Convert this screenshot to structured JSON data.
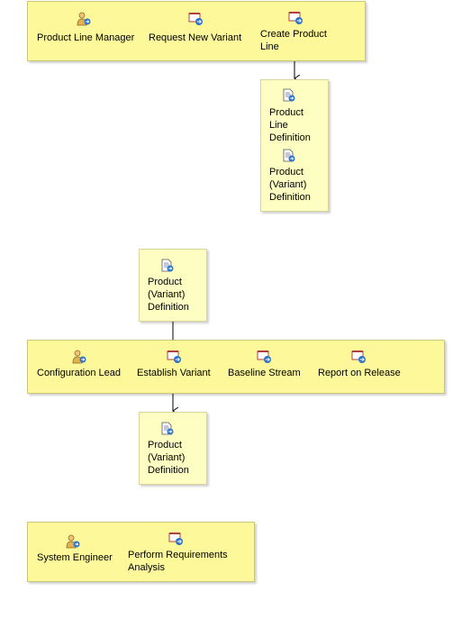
{
  "lane1": {
    "role": "Product Line Manager",
    "task1": "Request New Variant",
    "task2": "Create Product Line"
  },
  "artifact1": {
    "items": [
      "Product Line Definition",
      "Product (Variant) Definition"
    ]
  },
  "artifact2": {
    "label": "Product (Variant) Definition"
  },
  "lane2": {
    "role": "Configuration Lead",
    "task1": "Establish Variant",
    "task2": "Baseline Stream",
    "task3": "Report on Release"
  },
  "artifact3": {
    "label": "Product (Variant) Definition"
  },
  "lane3": {
    "role": "System Engineer",
    "task1": "Perform Requirements Analysis"
  },
  "icons": {
    "role": "role-person-icon",
    "task": "task-icon",
    "artifact": "artifact-document-icon"
  }
}
